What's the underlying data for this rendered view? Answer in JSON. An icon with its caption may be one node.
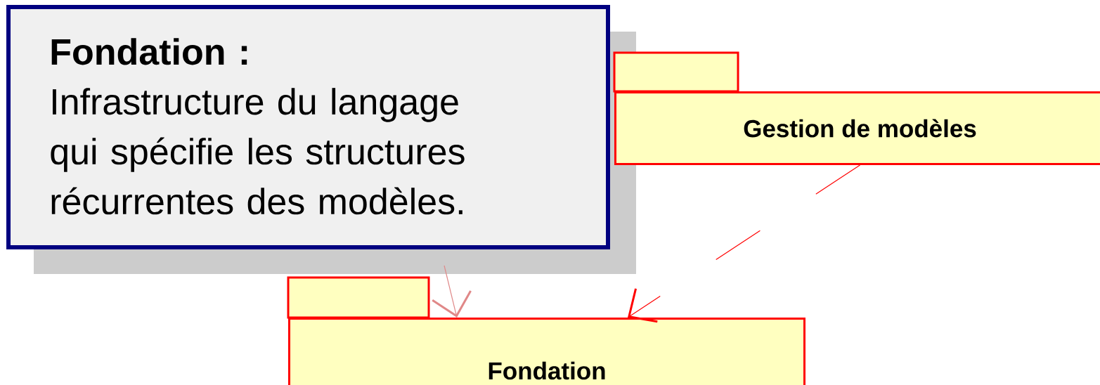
{
  "diagram": {
    "nodes": [
      {
        "text": [
          "Gestion de modèles"
        ]
      },
      {
        "text": [
          "Fondation"
        ]
      },
      {
        "text": [
          "Fondation :",
          "Infrastructure du langage qui spécifie les structures récurrentes des modèles."
        ]
      }
    ],
    "edges": [
      {
        "from": null,
        "to": 1,
        "arrow": "to",
        "color": "#e08888"
      },
      {
        "from": 0,
        "to": 1,
        "arrow": "to",
        "style": "dashed",
        "color": "#ff0000"
      }
    ]
  }
}
